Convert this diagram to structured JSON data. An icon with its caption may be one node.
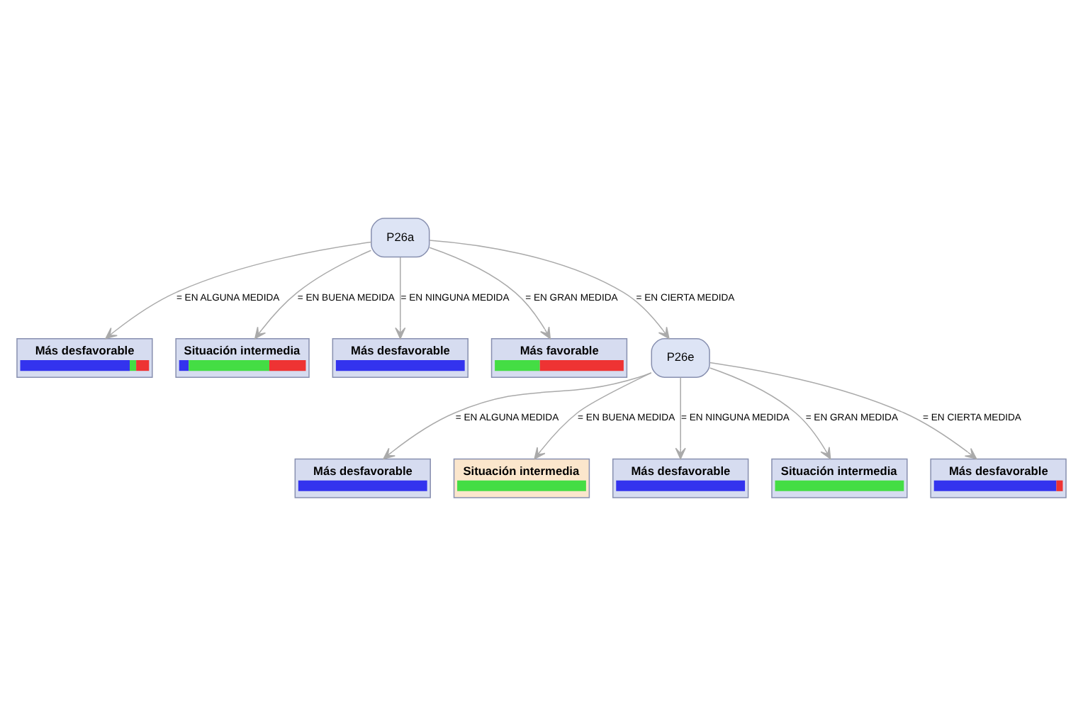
{
  "diagram": {
    "nodes": [
      {
        "text": [
          "P26a"
        ]
      },
      {
        "text": [
          "Más desfavorable"
        ]
      },
      {
        "text": [
          "Situación intermedia"
        ]
      },
      {
        "text": [
          "Más desfavorable"
        ]
      },
      {
        "text": [
          "Más favorable"
        ]
      },
      {
        "text": [
          "P26e"
        ]
      },
      {
        "text": [
          "Más desfavorable"
        ]
      },
      {
        "text": [
          "Situación intermedia"
        ]
      },
      {
        "text": [
          "Más desfavorable"
        ]
      },
      {
        "text": [
          "Situación intermedia"
        ]
      },
      {
        "text": [
          "Más desfavorable"
        ]
      }
    ],
    "edges": [
      {
        "from": 0,
        "to": 1,
        "arrow": "to",
        "label": "= EN ALGUNA MEDIDA"
      },
      {
        "from": 0,
        "to": 2,
        "arrow": "to",
        "label": "= EN BUENA MEDIDA"
      },
      {
        "from": 0,
        "to": 3,
        "arrow": "to",
        "label": "= EN NINGUNA MEDIDA"
      },
      {
        "from": 0,
        "to": 4,
        "arrow": "to",
        "label": "= EN GRAN MEDIDA"
      },
      {
        "from": 0,
        "to": 5,
        "arrow": "to",
        "label": "= EN CIERTA MEDIDA"
      },
      {
        "from": 5,
        "to": 6,
        "arrow": "to",
        "label": "= EN ALGUNA MEDIDA"
      },
      {
        "from": 5,
        "to": 7,
        "arrow": "to",
        "label": "= EN BUENA MEDIDA"
      },
      {
        "from": 5,
        "to": 8,
        "arrow": "to",
        "label": "= EN NINGUNA MEDIDA"
      },
      {
        "from": 5,
        "to": 9,
        "arrow": "to",
        "label": "= EN GRAN MEDIDA"
      },
      {
        "from": 5,
        "to": 10,
        "arrow": "to",
        "label": "= EN CIERTA MEDIDA"
      }
    ]
  }
}
